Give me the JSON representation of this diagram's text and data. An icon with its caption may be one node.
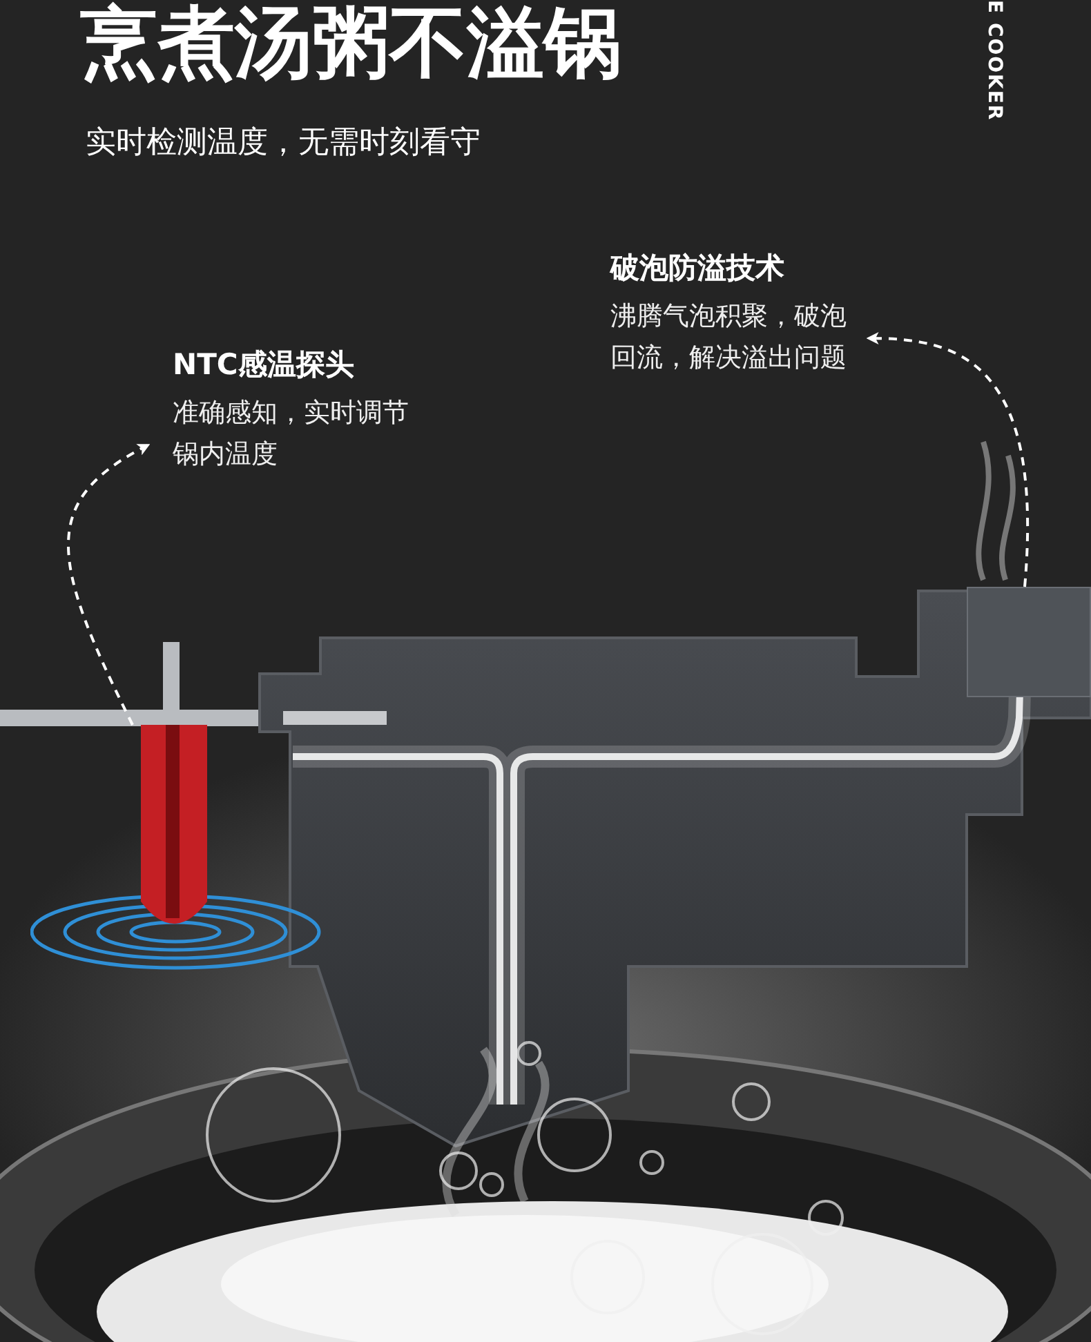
{
  "diagram": {
    "title": "烹煮汤粥不溢锅",
    "nodes": [
      {
        "text": [
          "NTC感温探头",
          "准确感知，实时调节锅内温度"
        ]
      },
      {
        "text": [],
        "shape": "picture"
      },
      {
        "text": [
          "破泡防溢技术",
          "沸腾气泡积聚，破泡回流，解决溢出问题"
        ]
      },
      {
        "text": [],
        "shape": "box"
      }
    ],
    "edges": [
      {
        "from": 1,
        "to": 0,
        "arrow": "to",
        "style": "dashed"
      },
      {
        "from": 3,
        "to": 2,
        "arrow": "to",
        "style": "dashed"
      }
    ],
    "labels": [
      "实时检测温度，无需时刻看守",
      "E COOKER"
    ]
  }
}
